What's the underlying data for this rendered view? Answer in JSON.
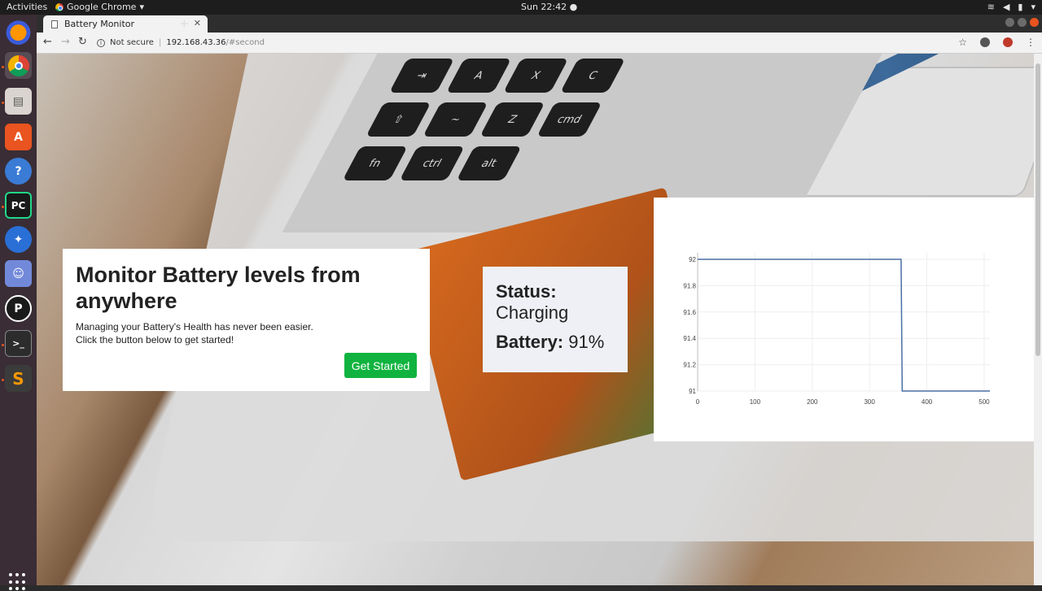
{
  "os": {
    "activities": "Activities",
    "app_menu": "Google Chrome",
    "clock": "Sun 22:42 ●",
    "dock_labels": [
      "Firefox",
      "Chrome",
      "Files",
      "Software",
      "Help",
      "PyCharm",
      "Blender",
      "Discord",
      "PyCharm Edu",
      "Terminal",
      "Sublime Text"
    ]
  },
  "browser": {
    "tab_title": "Battery Monitor",
    "new_tab": "+",
    "not_secure": "Not secure",
    "url_host": "192.168.43.36",
    "url_path": "/#second"
  },
  "hero": {
    "title": "Monitor Battery levels from anywhere",
    "line1": "Managing your Battery's Health has never been easier.",
    "line2": "Click the button below to get started!",
    "cta": "Get Started"
  },
  "status": {
    "status_label": "Status:",
    "status_value": "Charging",
    "battery_label": "Battery:",
    "battery_value": "91%"
  },
  "chart_data": {
    "type": "line",
    "x_ticks": [
      0,
      100,
      200,
      300,
      400,
      500
    ],
    "y_ticks": [
      91,
      91.2,
      91.4,
      91.6,
      91.8,
      92
    ],
    "xlim": [
      0,
      510
    ],
    "ylim": [
      91,
      92
    ],
    "grid": true,
    "series": [
      {
        "x": [
          0,
          355,
          357,
          510
        ],
        "y": [
          92,
          92,
          91,
          91
        ],
        "color": "#4a6fa5"
      }
    ]
  }
}
